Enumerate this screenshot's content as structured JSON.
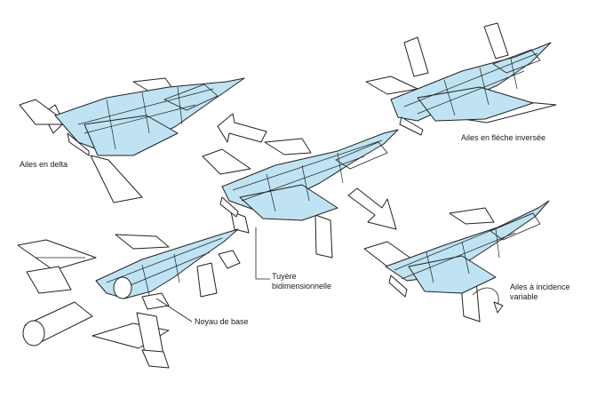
{
  "labels": {
    "delta": "Ailes en delta",
    "fleche": "Ailes en flèche inversée",
    "tuyere_line1": "Tuyère",
    "tuyere_line2": "bidimensionnelle",
    "noyau": "Noyau de base",
    "incidence_line1": "Ailes à incidence",
    "incidence_line2": "variable"
  },
  "colors": {
    "fill_blue": "#bfe3f2",
    "outline": "#222222",
    "background": "#ffffff"
  }
}
